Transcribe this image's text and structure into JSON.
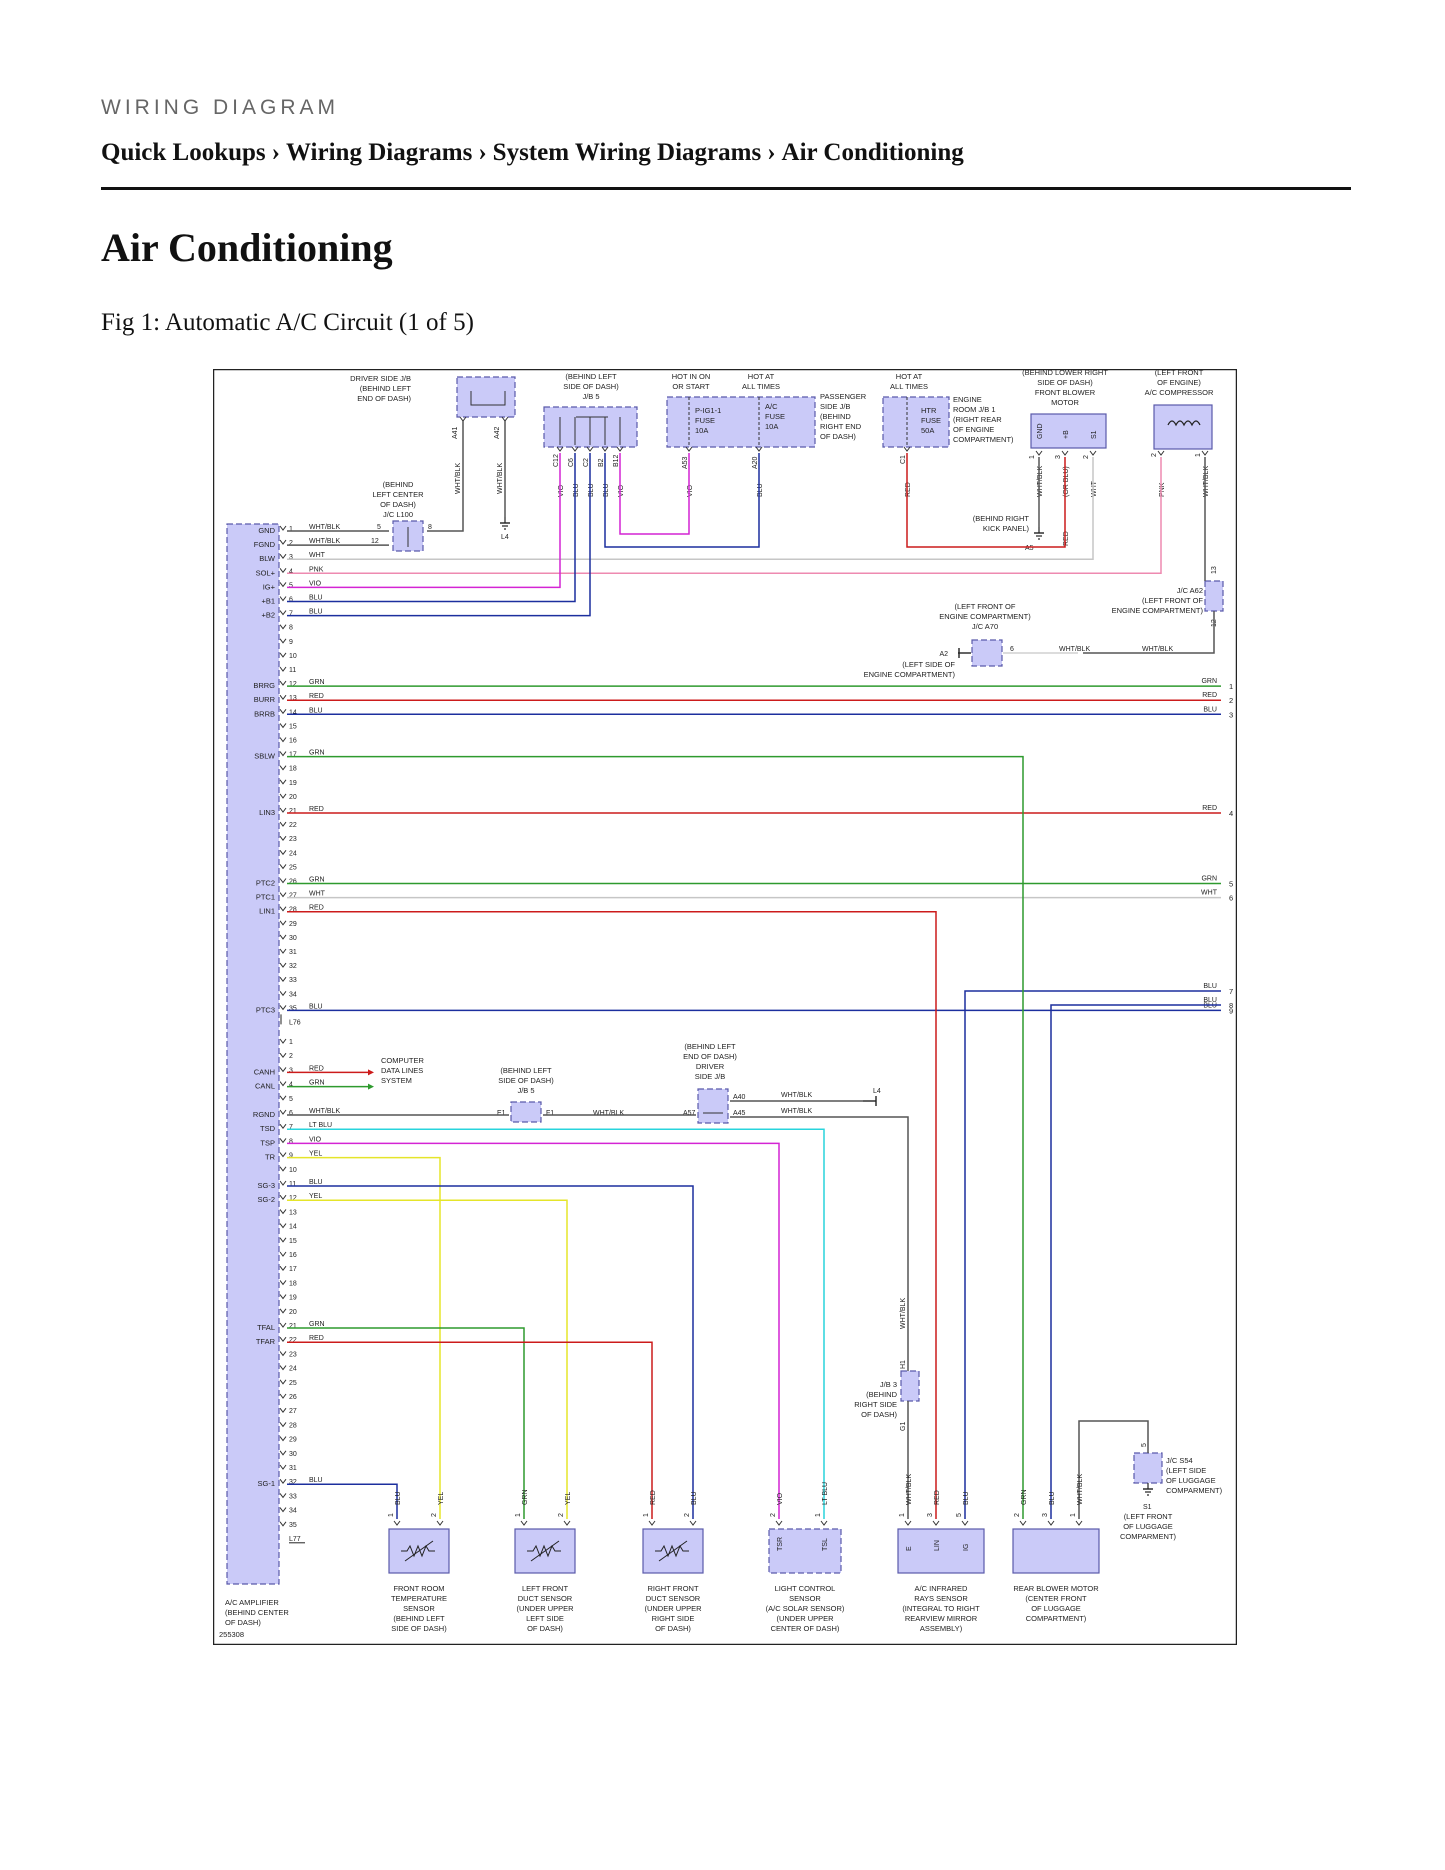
{
  "header": {
    "kicker": "WIRING DIAGRAM",
    "breadcrumb": [
      "Quick Lookups",
      "Wiring Diagrams",
      "System Wiring Diagrams",
      "Air Conditioning"
    ],
    "separator": "›"
  },
  "page_title": "Air Conditioning",
  "figure_caption": "Fig 1: Automatic A/C Circuit (1 of 5)",
  "diagram": {
    "id_label": "255308",
    "colors": {
      "GRN": "#2e9a2e",
      "RED": "#cc1b1b",
      "BLU": "#1c2f9e",
      "WHT": "#c6c6c6",
      "WHT/BLK": "#555555",
      "VIO": "#d424d4",
      "PNK": "#ee8ab0",
      "YEL": "#e5e52a",
      "LT BLU": "#28d4dc",
      "component_fill": "#cacaf8",
      "component_stroke": "#5a5aaa"
    },
    "amplifier": {
      "name": "A/C AMPLIFIER",
      "location": [
        "(BEHIND CENTER",
        "OF DASH)"
      ],
      "connector_a_label": "L76",
      "connector_b_label": "L77",
      "pin_names_a": [
        {
          "pin": 1,
          "name": "GND"
        },
        {
          "pin": 2,
          "name": "FGND"
        },
        {
          "pin": 3,
          "name": "BLW"
        },
        {
          "pin": 4,
          "name": "SOL+"
        },
        {
          "pin": 5,
          "name": "IG+"
        },
        {
          "pin": 6,
          "name": "+B1"
        },
        {
          "pin": 7,
          "name": "+B2"
        },
        {
          "pin": 12,
          "name": "BRRG"
        },
        {
          "pin": 13,
          "name": "BURR"
        },
        {
          "pin": 14,
          "name": "BRRB"
        },
        {
          "pin": 17,
          "name": "SBLW"
        },
        {
          "pin": 21,
          "name": "LIN3"
        },
        {
          "pin": 26,
          "name": "PTC2"
        },
        {
          "pin": 27,
          "name": "PTC1"
        },
        {
          "pin": 28,
          "name": "LIN1"
        },
        {
          "pin": 35,
          "name": "PTC3"
        }
      ],
      "pin_names_b": [
        {
          "pin": 3,
          "name": "CANH"
        },
        {
          "pin": 4,
          "name": "CANL"
        },
        {
          "pin": 6,
          "name": "RGND"
        },
        {
          "pin": 7,
          "name": "TSD"
        },
        {
          "pin": 8,
          "name": "TSP"
        },
        {
          "pin": 9,
          "name": "TR"
        },
        {
          "pin": 11,
          "name": "SG-3"
        },
        {
          "pin": 12,
          "name": "SG-2"
        },
        {
          "pin": 21,
          "name": "TFAL"
        },
        {
          "pin": 22,
          "name": "TFAR"
        },
        {
          "pin": 32,
          "name": "SG-1"
        }
      ],
      "wires_a": [
        {
          "pin": 1,
          "color": "WHT/BLK"
        },
        {
          "pin": 2,
          "color": "WHT/BLK"
        },
        {
          "pin": 3,
          "color": "WHT"
        },
        {
          "pin": 4,
          "color": "PNK"
        },
        {
          "pin": 5,
          "color": "VIO"
        },
        {
          "pin": 6,
          "color": "BLU"
        },
        {
          "pin": 7,
          "color": "BLU"
        },
        {
          "pin": 12,
          "color": "GRN"
        },
        {
          "pin": 13,
          "color": "RED"
        },
        {
          "pin": 14,
          "color": "BLU"
        },
        {
          "pin": 17,
          "color": "GRN"
        },
        {
          "pin": 21,
          "color": "RED"
        },
        {
          "pin": 26,
          "color": "GRN"
        },
        {
          "pin": 27,
          "color": "WHT"
        },
        {
          "pin": 28,
          "color": "RED"
        },
        {
          "pin": 35,
          "color": "BLU"
        }
      ],
      "wires_b": [
        {
          "pin": 3,
          "color": "RED"
        },
        {
          "pin": 4,
          "color": "GRN"
        },
        {
          "pin": 6,
          "color": "WHT/BLK"
        },
        {
          "pin": 7,
          "color": "LT BLU"
        },
        {
          "pin": 8,
          "color": "VIO"
        },
        {
          "pin": 9,
          "color": "YEL"
        },
        {
          "pin": 11,
          "color": "BLU"
        },
        {
          "pin": 12,
          "color": "YEL"
        },
        {
          "pin": 21,
          "color": "GRN"
        },
        {
          "pin": 22,
          "color": "RED"
        },
        {
          "pin": 32,
          "color": "BLU"
        }
      ]
    },
    "top_components": {
      "driver_jb": {
        "label": [
          "DRIVER SIDE J/B",
          "(BEHIND LEFT",
          "END OF DASH)"
        ],
        "pins": [
          "A41",
          "A42"
        ],
        "wires": [
          "WHT/BLK",
          "WHT/BLK"
        ]
      },
      "jb5": {
        "label": [
          "(BEHIND LEFT",
          "SIDE OF DASH)",
          "J/B 5"
        ],
        "pins": [
          "C12",
          "C6",
          "C2",
          "B2",
          "B12"
        ],
        "wires": [
          "VIO",
          "BLU",
          "BLU",
          "BLU",
          "VIO"
        ]
      },
      "passenger_jb": {
        "label": [
          "PASSENGER",
          "SIDE J/B",
          "(BEHIND",
          "RIGHT END",
          "OF DASH)"
        ],
        "hot_labels": [
          [
            "HOT IN ON",
            "OR START"
          ],
          [
            "HOT AT",
            "ALL TIMES"
          ]
        ],
        "fuses": [
          [
            "P-IG1-1",
            "FUSE",
            "10A"
          ],
          [
            "A/C",
            "FUSE",
            "10A"
          ]
        ],
        "pins": [
          "A53",
          "A20"
        ],
        "wires": [
          "VIO",
          "BLU"
        ]
      },
      "engine_jb": {
        "label": [
          "ENGINE",
          "ROOM J/B 1",
          "(RIGHT REAR",
          "OF ENGINE",
          "COMPARTMENT)"
        ],
        "hot_label": [
          "HOT AT",
          "ALL TIMES"
        ],
        "fuse": [
          "HTR",
          "FUSE",
          "50A"
        ],
        "pin": "C1",
        "wire": "RED"
      },
      "blower": {
        "label": [
          "(BEHIND LOWER RIGHT",
          "SIDE OF DASH)",
          "FRONT BLOWER",
          "MOTOR"
        ],
        "pins": [
          "GND",
          "+B",
          "S1"
        ],
        "pin_numbers": [
          "1",
          "3",
          "2"
        ],
        "wires": [
          "WHT/BLK",
          "(OR BLU)",
          "WHT"
        ],
        "extra_wire": "RED"
      },
      "compressor": {
        "label": [
          "(LEFT FRONT",
          "OF ENGINE)",
          "A/C COMPRESSOR"
        ],
        "pin_numbers": [
          "2",
          "1"
        ],
        "wires": [
          "PNK",
          "WHT/BLK"
        ]
      },
      "jc_l100": {
        "label": [
          "(BEHIND",
          "LEFT CENTER",
          "OF DASH)",
          "J/C L100"
        ],
        "pins": [
          "5",
          "8",
          "12"
        ]
      },
      "ground_l4": "L4",
      "ground_a5": "A5",
      "kick_panel_note": [
        "(BEHIND RIGHT",
        "KICK PANEL)"
      ],
      "jc_a62": {
        "label": [
          "J/C A62",
          "(LEFT FRONT OF",
          "ENGINE COMPARTMENT)"
        ],
        "pins": [
          "13",
          "12"
        ]
      },
      "jc_a70": {
        "label": [
          "(LEFT FRONT OF",
          "ENGINE COMPARTMENT)",
          "J/C A70"
        ],
        "pin": "6",
        "wires": [
          "WHT/BLK",
          "WHT/BLK"
        ]
      },
      "ground_a2": {
        "name": "A2",
        "label": [
          "(LEFT SIDE OF",
          "ENGINE COMPARTMENT)"
        ]
      }
    },
    "offpage_refs": [
      {
        "num": "1",
        "color": "GRN"
      },
      {
        "num": "2",
        "color": "RED"
      },
      {
        "num": "3",
        "color": "BLU"
      },
      {
        "num": "4",
        "color": "RED"
      },
      {
        "num": "5",
        "color": "GRN"
      },
      {
        "num": "6",
        "color": "WHT"
      },
      {
        "num": "7",
        "color": "BLU"
      },
      {
        "num": "8",
        "color": "BLU"
      },
      {
        "num": "9",
        "color": "BLU"
      }
    ],
    "mid_components": {
      "data_lines": [
        "COMPUTER",
        "DATA LINES",
        "SYSTEM"
      ],
      "jb5_lower": {
        "label": [
          "(BEHIND LEFT",
          "SIDE OF DASH)",
          "J/B 5"
        ],
        "pins": [
          "E1",
          "F1"
        ],
        "wire": "WHT/BLK"
      },
      "driver_jb_lower": {
        "label": [
          "(BEHIND LEFT",
          "END OF DASH)",
          "DRIVER",
          "SIDE J/B"
        ],
        "pins": [
          "A57",
          "A40",
          "A45"
        ],
        "wires": [
          "WHT/BLK",
          "WHT/BLK"
        ]
      },
      "ground_l4_lower": "L4",
      "vertical_wire": "WHT/BLK",
      "jb3": {
        "label": [
          "J/B 3",
          "(BEHIND",
          "RIGHT SIDE",
          "OF DASH)"
        ],
        "pins": [
          "H1",
          "G1"
        ]
      },
      "jc_s54": {
        "label": [
          "J/C S54",
          "(LEFT SIDE",
          "OF LUGGAGE",
          "COMPARMENT)"
        ],
        "pin": "5"
      },
      "ground_s1": {
        "name": "S1",
        "label": [
          "(LEFT FRONT",
          "OF LUGGAGE",
          "COMPARMENT)"
        ]
      }
    },
    "bottom_components": [
      {
        "name": [
          "FRONT ROOM",
          "TEMPERATURE",
          "SENSOR",
          "(BEHIND LEFT",
          "SIDE OF DASH)"
        ],
        "wires": [
          "BLU",
          "YEL"
        ],
        "pins": [
          "1",
          "2"
        ],
        "terms": []
      },
      {
        "name": [
          "LEFT FRONT",
          "DUCT SENSOR",
          "(UNDER UPPER",
          "LEFT SIDE",
          "OF DASH)"
        ],
        "wires": [
          "GRN",
          "YEL"
        ],
        "pins": [
          "1",
          "2"
        ],
        "terms": []
      },
      {
        "name": [
          "RIGHT FRONT",
          "DUCT SENSOR",
          "(UNDER UPPER",
          "RIGHT SIDE",
          "OF DASH)"
        ],
        "wires": [
          "RED",
          "BLU"
        ],
        "pins": [
          "1",
          "2"
        ],
        "terms": []
      },
      {
        "name": [
          "LIGHT CONTROL",
          "SENSOR",
          "(A/C SOLAR SENSOR)",
          "(UNDER UPPER",
          "CENTER OF DASH)"
        ],
        "wires": [
          "VIO",
          "LT BLU"
        ],
        "pins": [
          "2",
          "1"
        ],
        "terms": [
          "TSR",
          "TSL"
        ]
      },
      {
        "name": [
          "A/C INFRARED",
          "RAYS SENSOR",
          "(INTEGRAL TO RIGHT",
          "REARVIEW MIRROR",
          "ASSEMBLY)"
        ],
        "wires": [
          "WHT/BLK",
          "RED",
          "BLU"
        ],
        "pins": [
          "1",
          "3",
          "5"
        ],
        "terms": [
          "E",
          "LIN",
          "IG"
        ]
      },
      {
        "name": [
          "REAR BLOWER MOTOR",
          "(CENTER FRONT",
          "OF LUGGAGE",
          "COMPARTMENT)"
        ],
        "wires": [
          "GRN",
          "BLU",
          "WHT/BLK"
        ],
        "pins": [
          "2",
          "3",
          "1"
        ],
        "terms": []
      }
    ]
  }
}
